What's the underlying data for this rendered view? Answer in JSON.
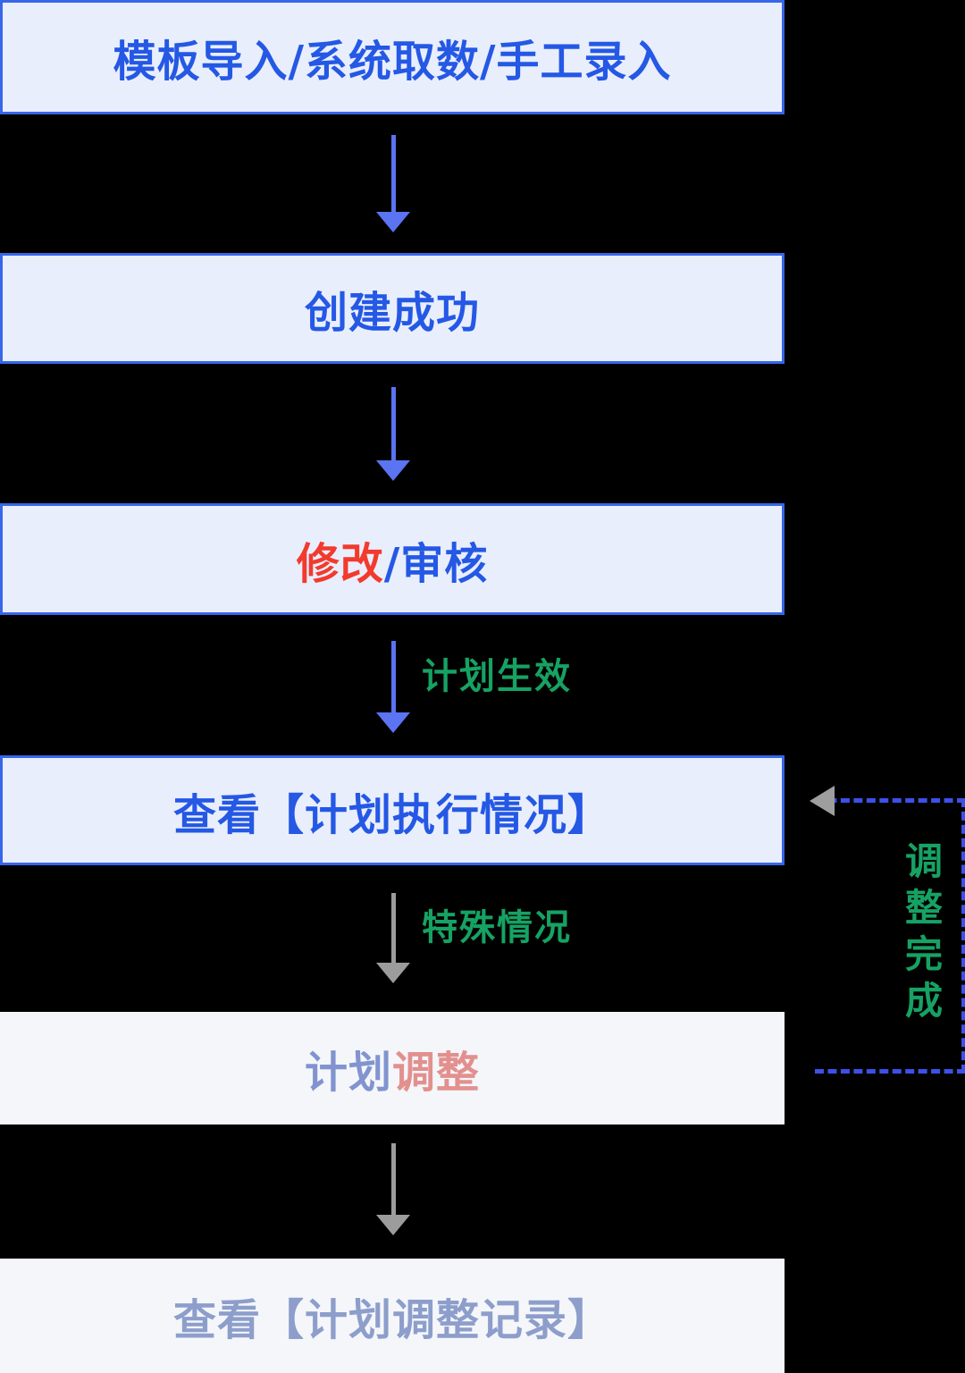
{
  "nodes": {
    "source": {
      "label": "模板导入/系统取数/手工录入"
    },
    "created": {
      "label": "创建成功"
    },
    "modify_review": {
      "modify": "修改",
      "review": "/审核"
    },
    "view_execution": {
      "label": "查看【计划执行情况】"
    },
    "plan_adjust": {
      "plan": "计划",
      "adjust": "调整"
    },
    "view_adjust_records": {
      "label": "查看【计划调整记录】"
    }
  },
  "edge_labels": {
    "plan_effective": "计划生效",
    "special_case": "特殊情况",
    "adjustment_done": "调整完成"
  },
  "colors": {
    "background": "#000000",
    "active_box_fill": "#e9eefc",
    "active_box_border": "#3766e9",
    "active_text_blue": "#2458e5",
    "highlight_red": "#f23a2d",
    "faded_box_fill": "#f4f6fa",
    "faded_text_blue": "#8194cf",
    "faded_text_red": "#e2908e",
    "faded_text_blue_alt": "#8d9ecb",
    "arrow_blue": "#5b74f1",
    "arrow_gray": "#9c9c9c",
    "dashed_line_blue": "#3c51e8",
    "edge_label_green": "#16a263"
  }
}
